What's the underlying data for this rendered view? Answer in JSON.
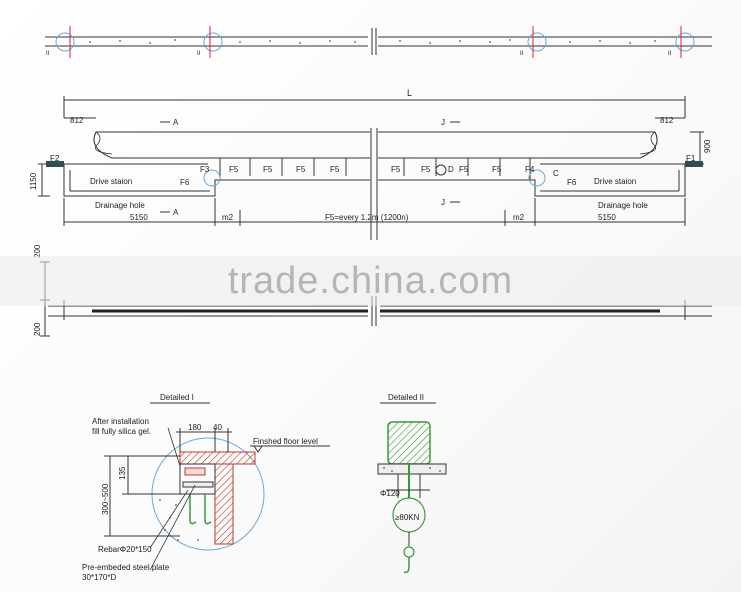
{
  "plan": {
    "dim_total": "L",
    "dim_812_left": "812",
    "dim_812_right": "812",
    "dim_900": "900",
    "dim_1150": "1150",
    "dim_5150_left": "5150",
    "dim_5150_right": "5150",
    "dim_m2_left": "m2",
    "dim_m2_right": "m2",
    "f5_spacing": "F5=every 1.2m (1200n)",
    "section_a_top": "A",
    "section_a_bottom": "A",
    "section_j_top": "J",
    "section_j_bottom": "J",
    "drive_station_left": "Drive staion",
    "drive_station_right": "Drive staion",
    "drainage_left": "Drainage hole",
    "drainage_right": "Drainage hole",
    "f1": "F1",
    "f2": "F2",
    "f3": "F3",
    "f4": "F4",
    "f6_left": "F6",
    "f6_right": "F6",
    "f5_labels": [
      "F5",
      "F5",
      "F5",
      "F5",
      "F5",
      "F5",
      "F5",
      "F5"
    ],
    "marker_c": "C",
    "marker_d": "D"
  },
  "top_strip": {
    "roman_labels": [
      "II",
      "II",
      "II",
      "II"
    ]
  },
  "side_strip": {
    "dim_200_top": "200",
    "dim_200_bottom": "200"
  },
  "watermark": "trade.china.com",
  "detail_1": {
    "title": "Detailed I",
    "note_line1": "After installation",
    "note_line2": "fill fully silica gel.",
    "dim_180": "180",
    "dim_40": "40",
    "floor_level": "Finshed floor level",
    "dim_135": "135",
    "dim_300_500": "300~500",
    "rebar": "RebarΦ20*150",
    "plate_line1": "Pre-embeded steel plate",
    "plate_line2": "30*170*D"
  },
  "detail_2": {
    "title": "Detailed II",
    "dim_phi120": "Φ120",
    "load": "≥80KN"
  }
}
